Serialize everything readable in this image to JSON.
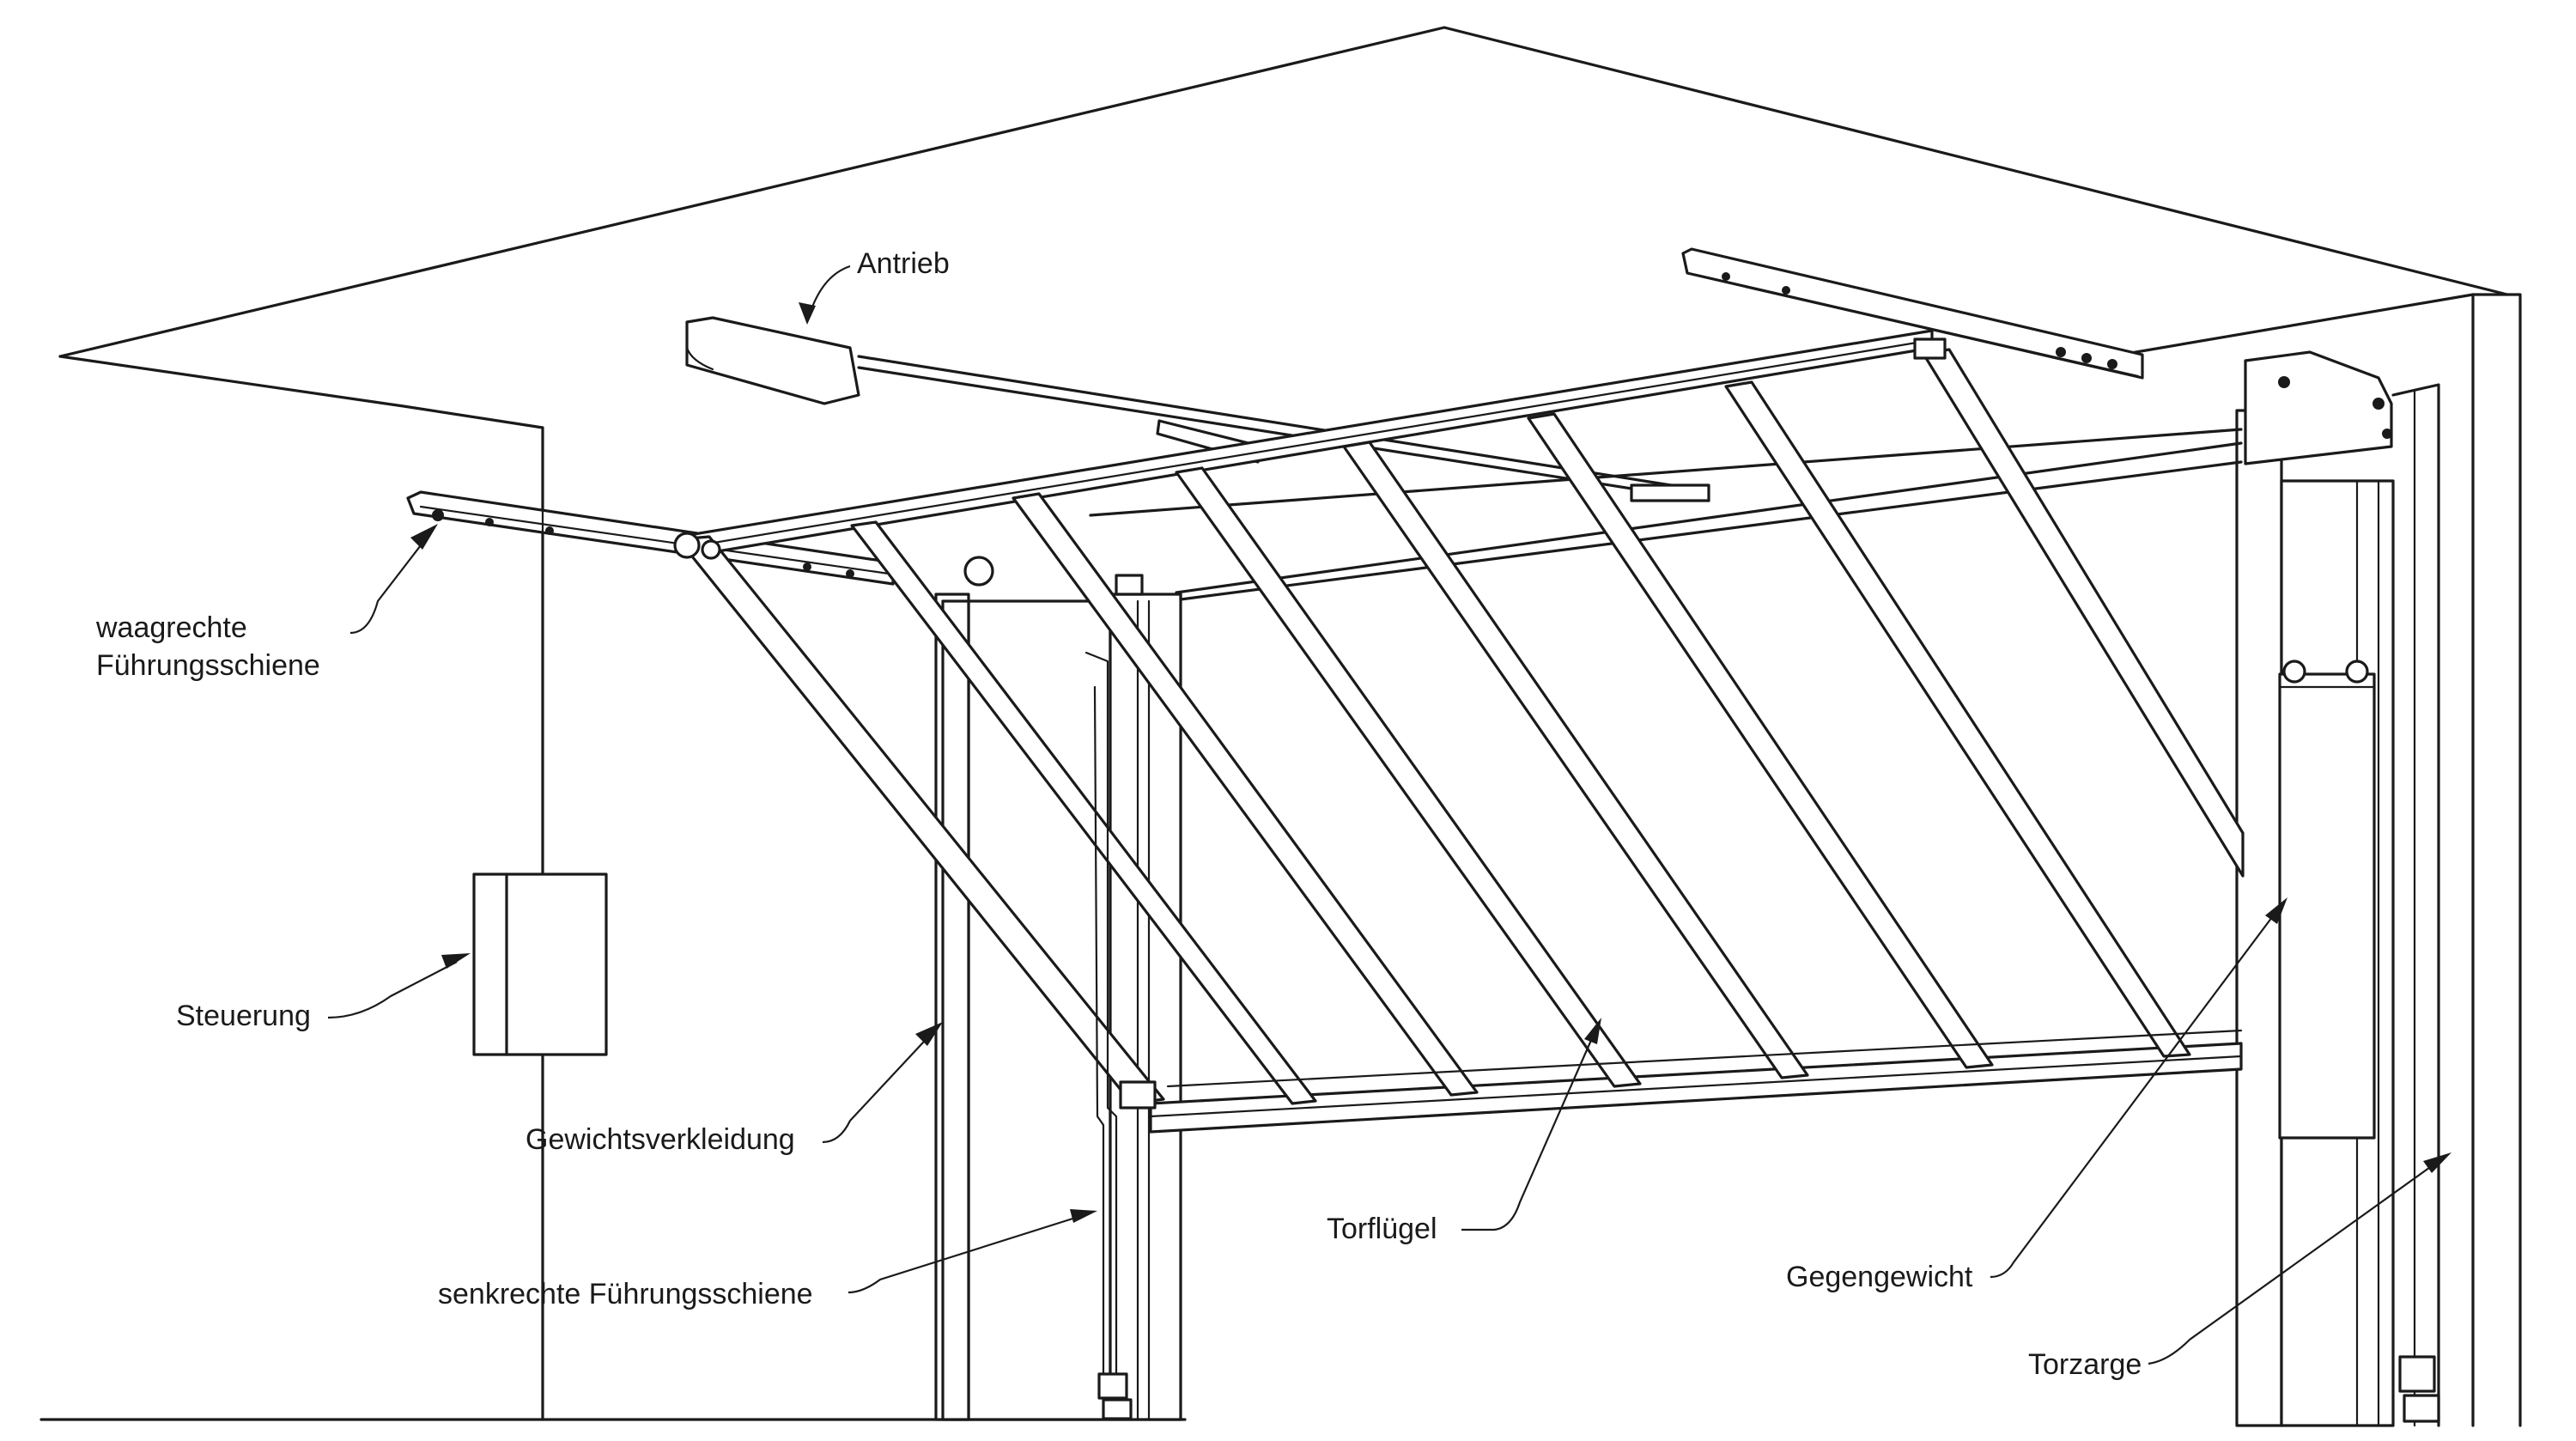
{
  "labels": {
    "antrieb": "Antrieb",
    "waagrechte_line1": "waagrechte",
    "waagrechte_line2": "Führungsschiene",
    "steuerung": "Steuerung",
    "gewichtsverkleidung": "Gewichtsverkleidung",
    "senkrechte": "senkrechte Führungsschiene",
    "torfluegel": "Torflügel",
    "gegengewicht": "Gegengewicht",
    "torzarge": "Torzarge"
  }
}
